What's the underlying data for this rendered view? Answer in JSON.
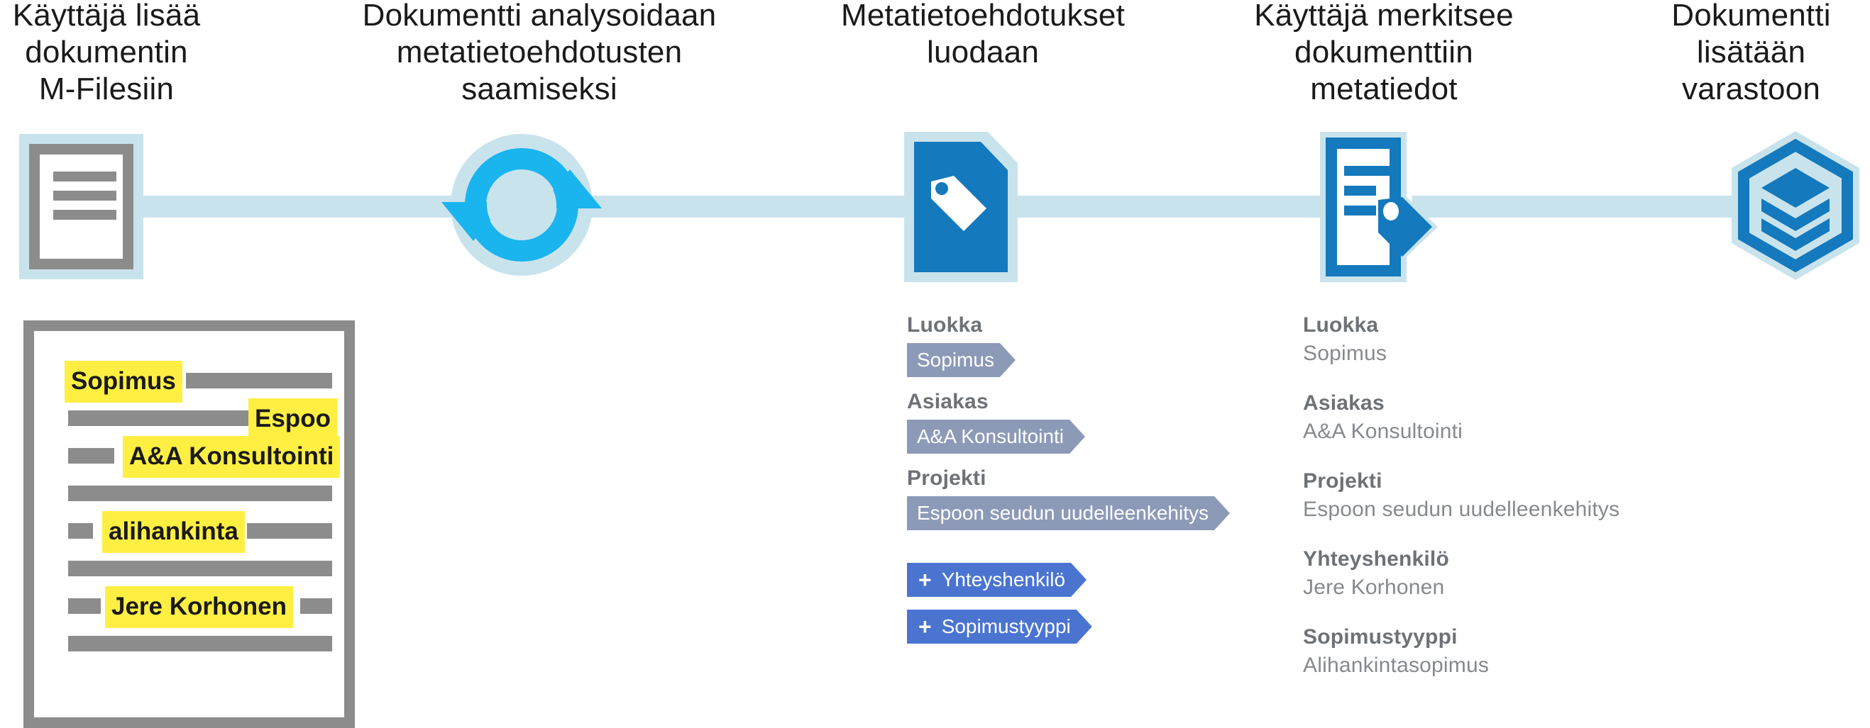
{
  "steps": [
    {
      "id": "step-1",
      "title": "Käyttäjä lisää\ndokumentin\nM-Filesiin",
      "icon": "document-icon"
    },
    {
      "id": "step-2",
      "title": "Dokumentti analysoidaan\nmetatietoehdotusten\nsaamiseksi",
      "icon": "sync-arrows-icon"
    },
    {
      "id": "step-3",
      "title": "Metatietoehdotukset\nluodaan",
      "icon": "document-tag-icon"
    },
    {
      "id": "step-4",
      "title": "Käyttäjä merkitsee\ndokumenttiin\nmetatiedot",
      "icon": "document-with-tag-icon"
    },
    {
      "id": "step-5",
      "title": "Dokumentti\nlisätään\nvarastoon",
      "icon": "hexagon-stack-icon"
    }
  ],
  "source_document": {
    "name": "source-document",
    "highlights": [
      {
        "text": "Sopimus"
      },
      {
        "text": "Espoo"
      },
      {
        "text": "A&A Konsultointi"
      },
      {
        "text": "alihankinta"
      },
      {
        "text": "Jere Korhonen"
      }
    ]
  },
  "suggestions": {
    "title_hidden": "",
    "fields": [
      {
        "label": "Luokka",
        "chip": "Sopimus"
      },
      {
        "label": "Asiakas",
        "chip": "A&A Konsultointi"
      },
      {
        "label": "Projekti",
        "chip": "Espoon seudun uudelleenkehitys"
      }
    ],
    "add_chips": [
      {
        "plus": "+",
        "label": "Yhteyshenkilö"
      },
      {
        "plus": "+",
        "label": "Sopimustyyppi"
      }
    ]
  },
  "applied_metadata": {
    "fields": [
      {
        "label": "Luokka",
        "value": "Sopimus"
      },
      {
        "label": "Asiakas",
        "value": "A&A Konsultointi"
      },
      {
        "label": "Projekti",
        "value": "Espoon seudun uudelleenkehitys"
      },
      {
        "label": "Yhteyshenkilö",
        "value": "Jere Korhonen"
      },
      {
        "label": "Sopimustyyppi",
        "value": "Alihankintasopimus"
      }
    ]
  },
  "colors": {
    "connector": "#c9e3ed",
    "accent_blue": "#1479bd",
    "cyan": "#1ab4ef",
    "chip_suggest": "#8c9ab8",
    "chip_add": "#4a74d0",
    "highlight": "#ffef42",
    "gray": "#8c8c8c",
    "label_gray": "#6e7277",
    "value_gray": "#86898d"
  }
}
